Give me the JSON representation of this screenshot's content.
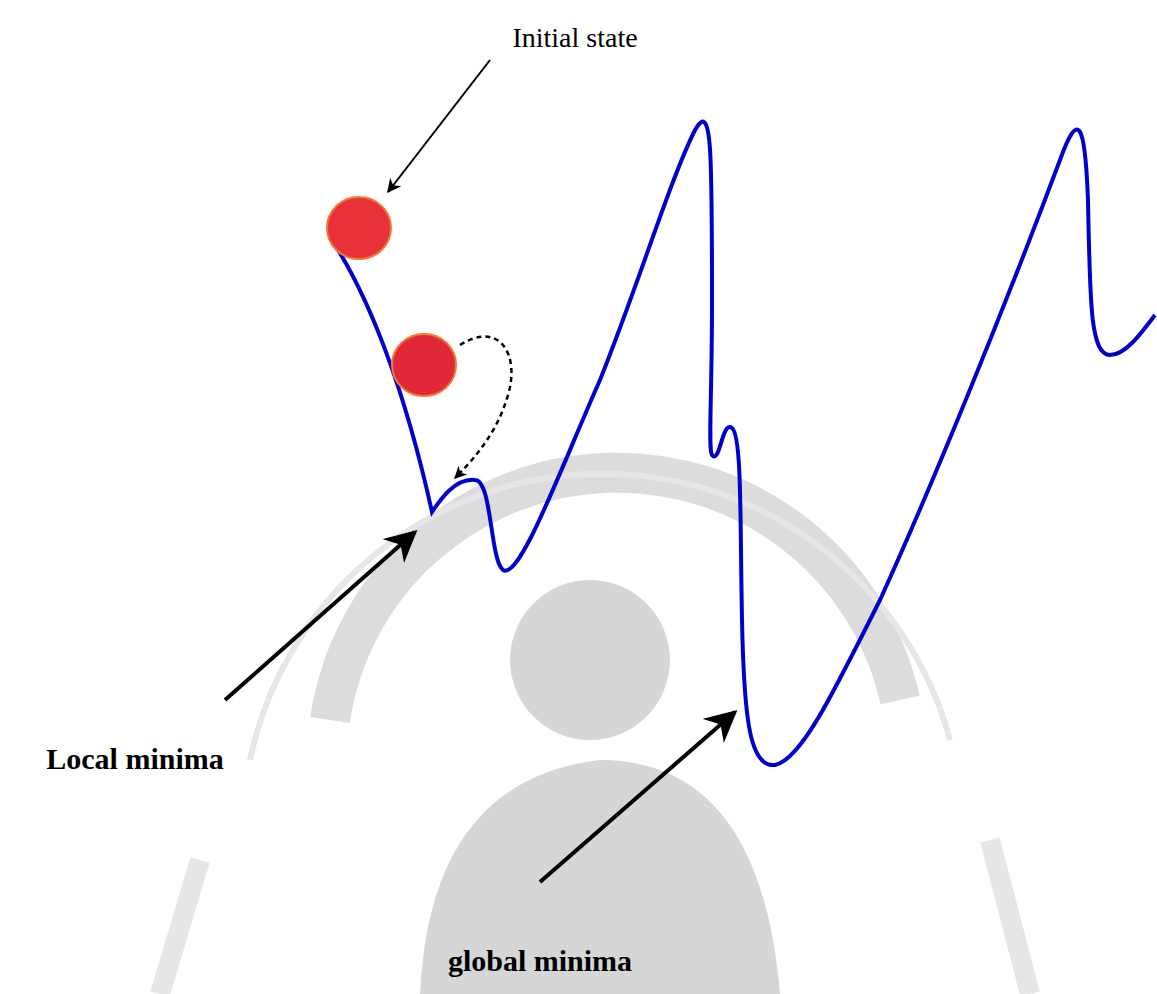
{
  "diagram": {
    "labels": [
      "Initial state",
      "Local minima",
      "global minima"
    ]
  }
}
